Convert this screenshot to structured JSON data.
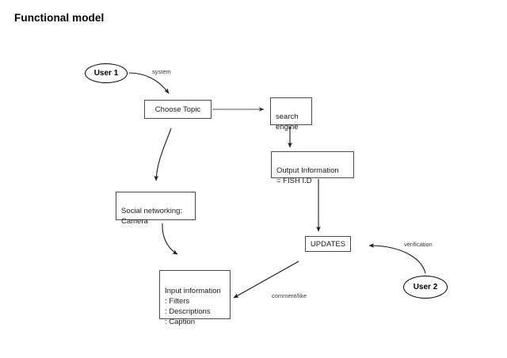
{
  "diagram": {
    "title": "Functional model",
    "nodes": [
      {
        "id": "user1",
        "label": "User 1",
        "shape": "ellipse"
      },
      {
        "id": "choose",
        "label": "Choose Topic",
        "shape": "box"
      },
      {
        "id": "search",
        "label": "search\nengine",
        "shape": "box"
      },
      {
        "id": "output",
        "label": "Output Information\n= FISH I.D",
        "shape": "box"
      },
      {
        "id": "social",
        "label": "Social networking:\nCamera",
        "shape": "box"
      },
      {
        "id": "input",
        "label": "Input information\n: Filters\n: Descriptions\n: Caption",
        "shape": "box"
      },
      {
        "id": "updates",
        "label": "UPDATES",
        "shape": "box"
      },
      {
        "id": "user2",
        "label": "User 2",
        "shape": "ellipse"
      }
    ],
    "edges": [
      {
        "from": "user1",
        "to": "choose",
        "label": "system"
      },
      {
        "from": "choose",
        "to": "search",
        "label": ""
      },
      {
        "from": "search",
        "to": "output",
        "label": ""
      },
      {
        "from": "choose",
        "to": "social",
        "label": ""
      },
      {
        "from": "social",
        "to": "input",
        "label": ""
      },
      {
        "from": "output",
        "to": "updates",
        "label": ""
      },
      {
        "from": "updates",
        "to": "input",
        "label": "comment/like"
      },
      {
        "from": "user2",
        "to": "updates",
        "label": "verification"
      }
    ],
    "colors": {
      "stroke": "#1a1a1a",
      "box_border": "#4d4d4d",
      "text": "#1a1a1a",
      "background": "#ffffff"
    }
  }
}
